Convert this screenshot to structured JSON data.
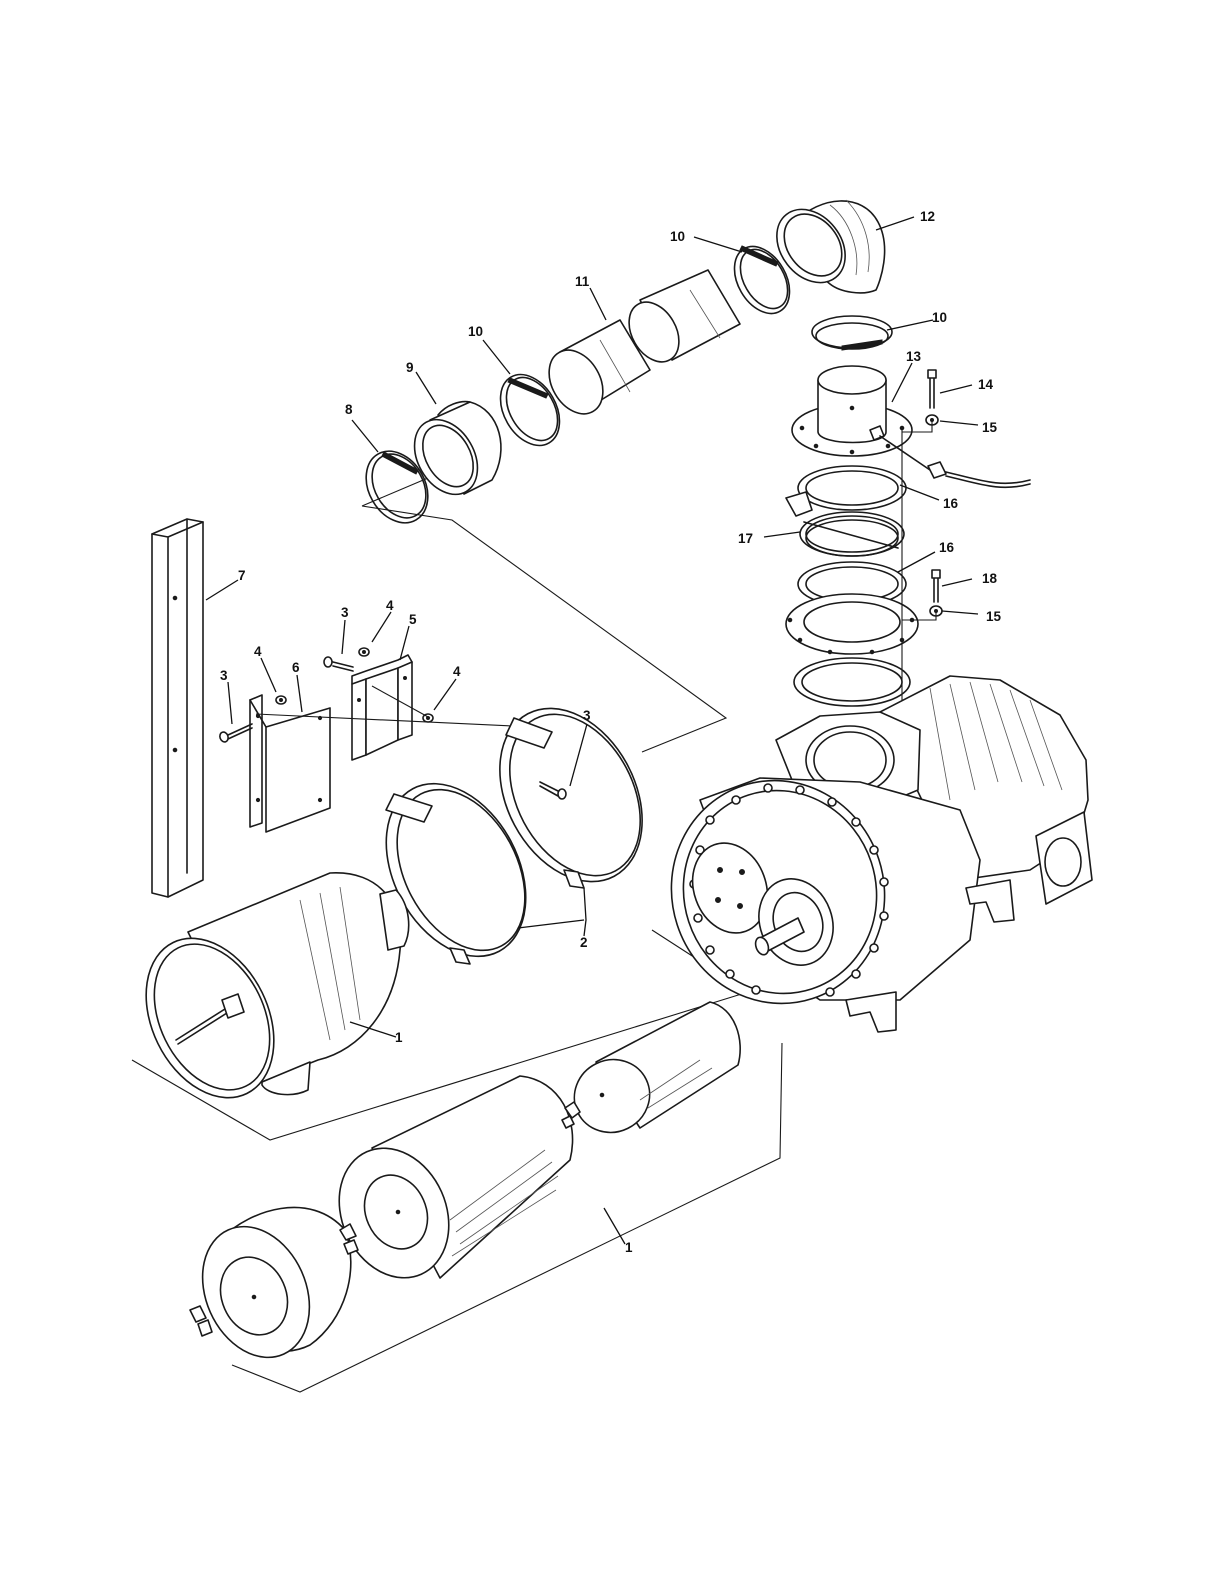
{
  "callouts": [
    {
      "id": "c1a",
      "text": "1"
    },
    {
      "id": "c1b",
      "text": "1"
    },
    {
      "id": "c2",
      "text": "2"
    },
    {
      "id": "c3a",
      "text": "3"
    },
    {
      "id": "c3b",
      "text": "3"
    },
    {
      "id": "c3c",
      "text": "3"
    },
    {
      "id": "c4a",
      "text": "4"
    },
    {
      "id": "c4b",
      "text": "4"
    },
    {
      "id": "c4c",
      "text": "4"
    },
    {
      "id": "c5",
      "text": "5"
    },
    {
      "id": "c6",
      "text": "6"
    },
    {
      "id": "c7",
      "text": "7"
    },
    {
      "id": "c8",
      "text": "8"
    },
    {
      "id": "c9",
      "text": "9"
    },
    {
      "id": "c10a",
      "text": "10"
    },
    {
      "id": "c10b",
      "text": "10"
    },
    {
      "id": "c10c",
      "text": "10"
    },
    {
      "id": "c11",
      "text": "11"
    },
    {
      "id": "c12",
      "text": "12"
    },
    {
      "id": "c13",
      "text": "13"
    },
    {
      "id": "c14",
      "text": "14"
    },
    {
      "id": "c15a",
      "text": "15"
    },
    {
      "id": "c15b",
      "text": "15"
    },
    {
      "id": "c16a",
      "text": "16"
    },
    {
      "id": "c16b",
      "text": "16"
    },
    {
      "id": "c17",
      "text": "17"
    },
    {
      "id": "c18",
      "text": "18"
    }
  ]
}
